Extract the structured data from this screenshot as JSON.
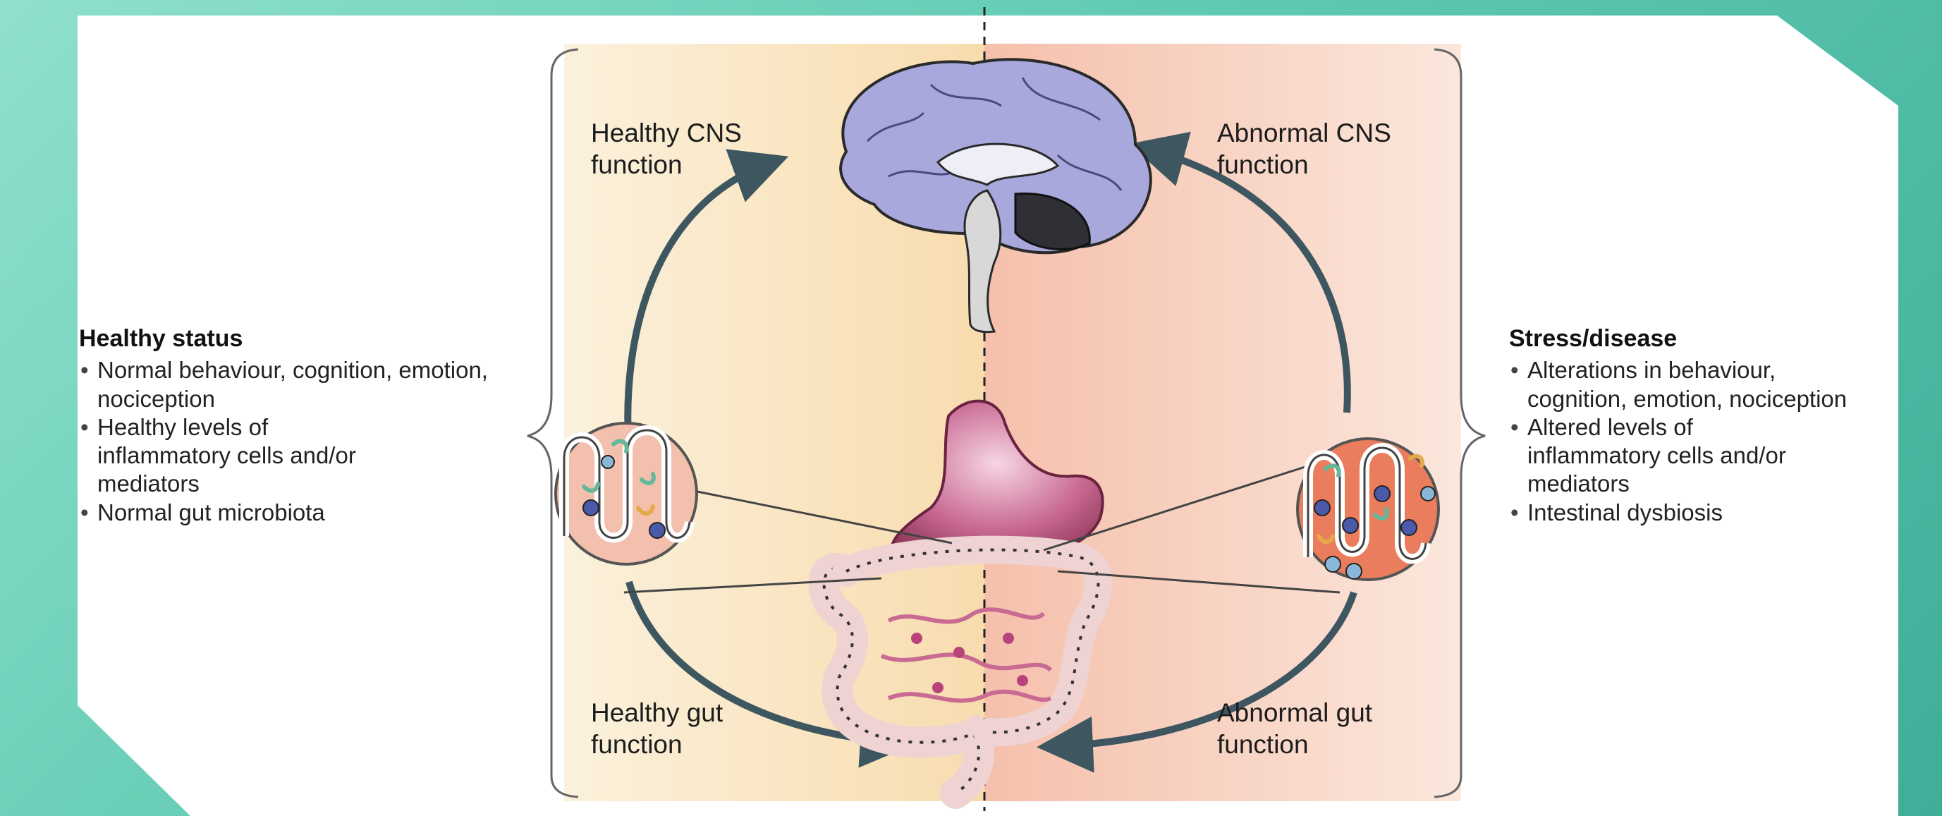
{
  "diagram": {
    "labels": {
      "healthy_cns": "Healthy CNS\nfunction",
      "abnormal_cns": "Abnormal CNS\nfunction",
      "healthy_gut": "Healthy gut\nfunction",
      "abnormal_gut": "Abnormal gut\nfunction"
    },
    "healthy_status": {
      "title": "Healthy status",
      "items": [
        "Normal behaviour, cognition, emotion, nociception",
        "Healthy levels of inflammatory cells and/or mediators",
        "Normal gut microbiota"
      ]
    },
    "stress_disease": {
      "title": "Stress/disease",
      "items": [
        "Alterations in behaviour, cognition, emotion, nociception",
        "Altered levels of inflammatory cells and/or mediators",
        "Intestinal dysbiosis"
      ]
    },
    "colors": {
      "healthy_panel": "#fbe7c4",
      "stress_panel": "#f6c8b4",
      "arrow": "#3d5660",
      "brain": "#a8a8dc",
      "teal_background": "#5fc9b2"
    }
  }
}
